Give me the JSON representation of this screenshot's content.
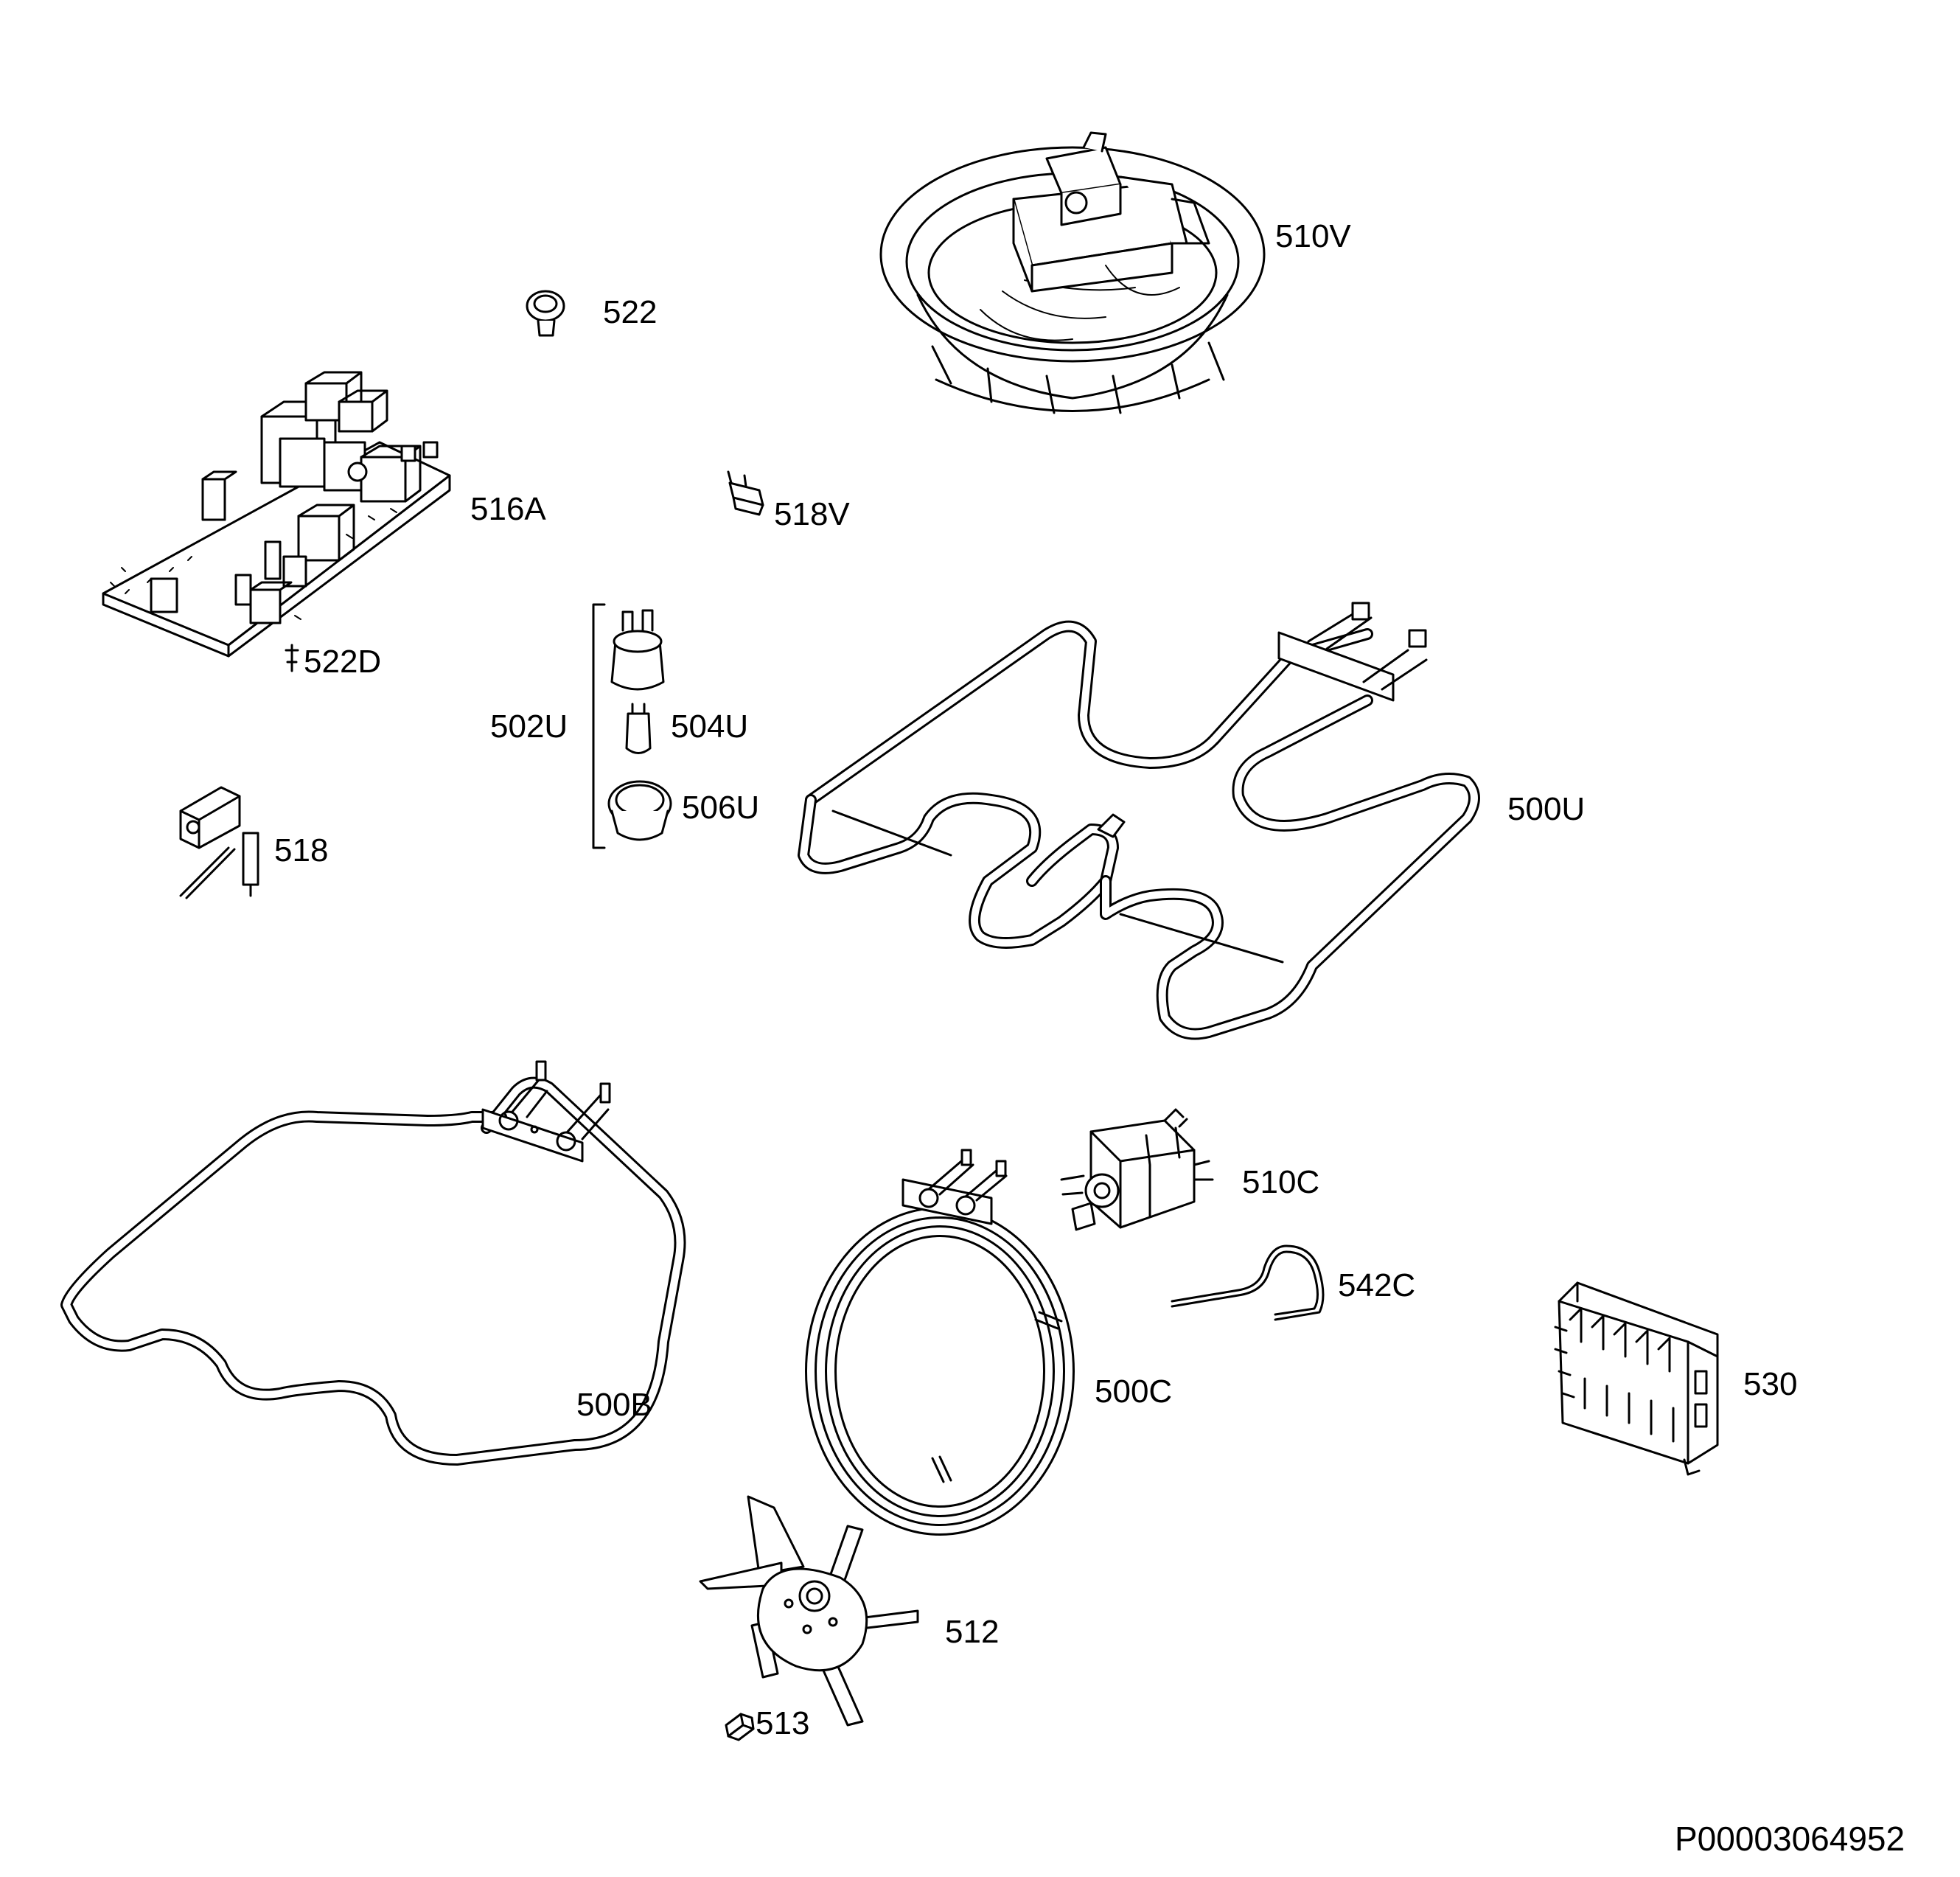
{
  "parts": [
    {
      "id": "p510v",
      "label": "510V",
      "icon": "convection-fan-motor-assembly-icon"
    },
    {
      "id": "p522",
      "label": "522",
      "icon": "cable-clamp-icon"
    },
    {
      "id": "p516a",
      "label": "516A",
      "icon": "circuit-board-icon"
    },
    {
      "id": "p518v",
      "label": "518V",
      "icon": "thermostat-icon"
    },
    {
      "id": "p522d",
      "label": "522D",
      "icon": "board-clip-icon"
    },
    {
      "id": "p502u",
      "label": "502U",
      "icon": "lamp-assembly-bracket-icon"
    },
    {
      "id": "p504u",
      "label": "504U",
      "icon": "lamp-bulb-icon"
    },
    {
      "id": "p506u",
      "label": "506U",
      "icon": "lamp-cover-icon"
    },
    {
      "id": "p518",
      "label": "518",
      "icon": "temperature-sensor-icon"
    },
    {
      "id": "p500u",
      "label": "500U",
      "icon": "top-heating-element-icon"
    },
    {
      "id": "p500b",
      "label": "500B",
      "icon": "bottom-heating-element-icon"
    },
    {
      "id": "p510c",
      "label": "510C",
      "icon": "cooling-fan-motor-icon"
    },
    {
      "id": "p542c",
      "label": "542C",
      "icon": "wire-spring-icon"
    },
    {
      "id": "p500c",
      "label": "500C",
      "icon": "circular-heating-element-icon"
    },
    {
      "id": "p530",
      "label": "530",
      "icon": "terminal-block-icon"
    },
    {
      "id": "p512",
      "label": "512",
      "icon": "fan-blade-icon"
    },
    {
      "id": "p513",
      "label": "513",
      "icon": "fan-nut-icon"
    }
  ],
  "document_number": "P00003064952"
}
